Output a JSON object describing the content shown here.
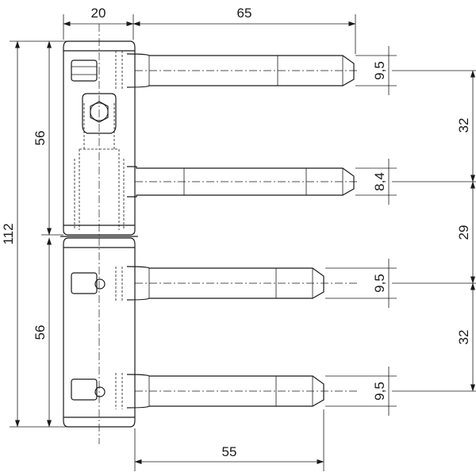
{
  "dimensions": {
    "top_left_width": "20",
    "top_right_length": "65",
    "overall_height": "112",
    "upper_part_height": "56",
    "lower_part_height": "56",
    "bottom_length": "55",
    "pin1_diameter": "9,5",
    "pin2_diameter": "8,4",
    "pin3_diameter": "9,5",
    "pin4_diameter": "9,5",
    "spacing_1_2": "32",
    "spacing_2_3": "29",
    "spacing_3_4": "32"
  }
}
